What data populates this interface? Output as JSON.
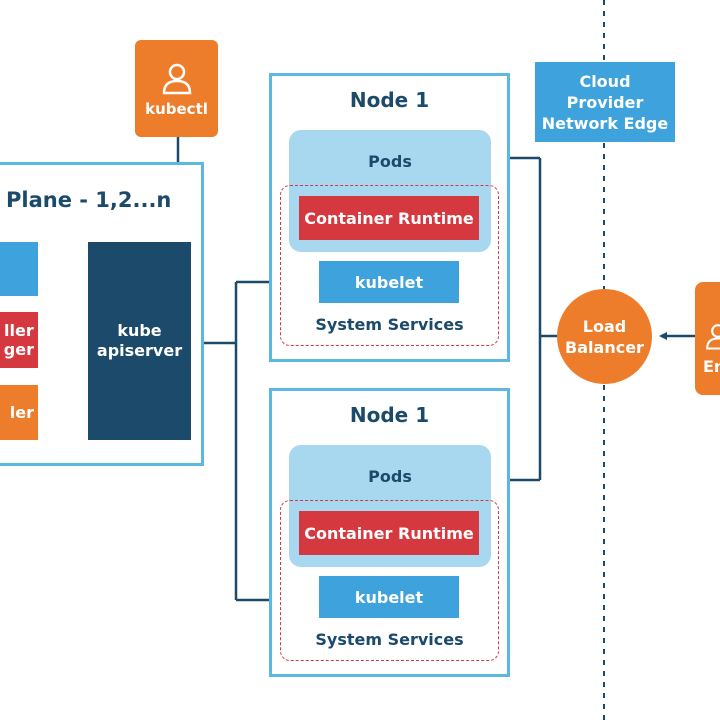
{
  "colors": {
    "navy": "#1b4a6b",
    "blue": "#3ea3dc",
    "pods": "#a7d8f0",
    "red": "#d6383f",
    "orange": "#ee7d2b",
    "frame": "#5bb8e0"
  },
  "kubectl": {
    "label": "kubectl",
    "icon": "user-icon"
  },
  "control_plane": {
    "title": "Plane - 1,2...n",
    "blue_box": "",
    "red_box": "ller\nger",
    "orange_box": "ler",
    "apiserver": "kube\napiserver"
  },
  "nodes": [
    {
      "title": "Node 1",
      "pods": "Pods",
      "runtime": "Container Runtime",
      "kubelet": "kubelet",
      "services": "System Services"
    },
    {
      "title": "Node 1",
      "pods": "Pods",
      "runtime": "Container Runtime",
      "kubelet": "kubelet",
      "services": "System Services"
    }
  ],
  "cloud": {
    "label": "Cloud\nProvider\nNetwork Edge"
  },
  "load_balancer": {
    "label": "Load\nBalancer"
  },
  "end_user": {
    "label": "En",
    "icon": "user-icon"
  }
}
